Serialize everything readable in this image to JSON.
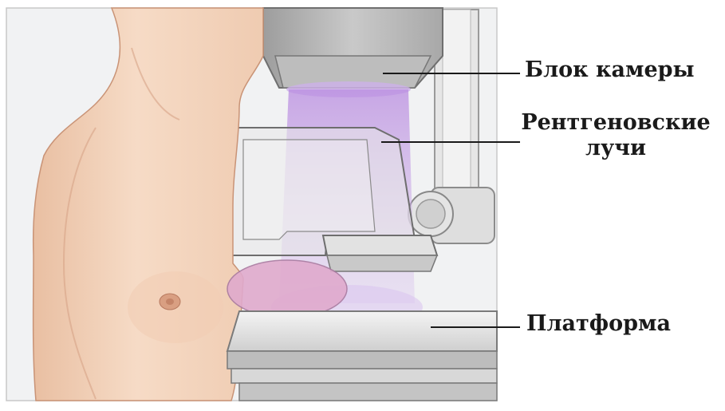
{
  "labels": {
    "camera_unit": "Блок камеры",
    "xray_line1": "Рентгеновские",
    "xray_line2": "лучи",
    "platform": "Платформа"
  },
  "colors": {
    "skin": "#f3d2b8",
    "skin_shadow": "#dba88a",
    "xray_beam": "#c9a6e6",
    "device_gray": "#d9d9d9",
    "device_dark": "#9a9a9a",
    "background_panel": "#eef0f2"
  }
}
